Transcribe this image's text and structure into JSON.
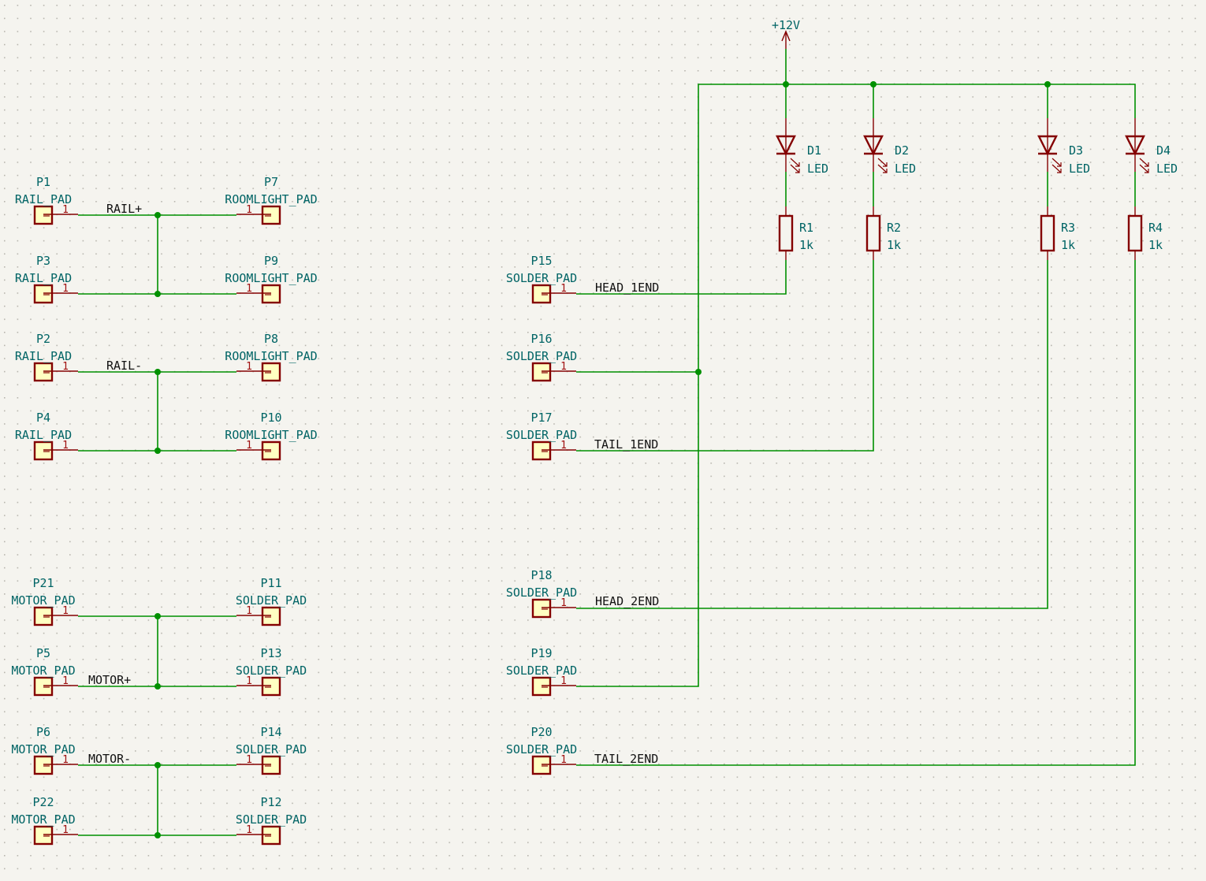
{
  "app": "KiCad Schematic Editor",
  "colors": {
    "background": "#f5f4ef",
    "wire": "#009000",
    "junction": "#009000",
    "symbol": "#840000",
    "pad_fill": "#ffffc2",
    "ref_text": "#006465",
    "net_text": "#111111",
    "pin_number": "#a01010"
  },
  "power": {
    "label": "+12V"
  },
  "connectors": [
    {
      "ref": "P1",
      "value": "RAIL_PAD",
      "pin": "1",
      "side": "left",
      "col": "left",
      "row": 0
    },
    {
      "ref": "P3",
      "value": "RAIL_PAD",
      "pin": "1",
      "side": "left",
      "col": "left",
      "row": 1
    },
    {
      "ref": "P2",
      "value": "RAIL_PAD",
      "pin": "1",
      "side": "left",
      "col": "left",
      "row": 2
    },
    {
      "ref": "P4",
      "value": "RAIL_PAD",
      "pin": "1",
      "side": "left",
      "col": "left",
      "row": 3
    },
    {
      "ref": "P21",
      "value": "MOTOR_PAD",
      "pin": "1",
      "side": "left",
      "col": "left",
      "row": 4
    },
    {
      "ref": "P5",
      "value": "MOTOR_PAD",
      "pin": "1",
      "side": "left",
      "col": "left",
      "row": 5
    },
    {
      "ref": "P6",
      "value": "MOTOR_PAD",
      "pin": "1",
      "side": "left",
      "col": "left",
      "row": 6
    },
    {
      "ref": "P22",
      "value": "MOTOR_PAD",
      "pin": "1",
      "side": "left",
      "col": "left",
      "row": 7
    },
    {
      "ref": "P7",
      "value": "ROOMLIGHT_PAD",
      "pin": "1",
      "side": "right",
      "col": "right",
      "row": 0
    },
    {
      "ref": "P9",
      "value": "ROOMLIGHT_PAD",
      "pin": "1",
      "side": "right",
      "col": "right",
      "row": 1
    },
    {
      "ref": "P8",
      "value": "ROOMLIGHT_PAD",
      "pin": "1",
      "side": "right",
      "col": "right",
      "row": 2
    },
    {
      "ref": "P10",
      "value": "ROOMLIGHT_PAD",
      "pin": "1",
      "side": "right",
      "col": "right",
      "row": 3
    },
    {
      "ref": "P11",
      "value": "SOLDER_PAD",
      "pin": "1",
      "side": "right",
      "col": "right",
      "row": 4
    },
    {
      "ref": "P13",
      "value": "SOLDER_PAD",
      "pin": "1",
      "side": "right",
      "col": "right",
      "row": 5
    },
    {
      "ref": "P14",
      "value": "SOLDER_PAD",
      "pin": "1",
      "side": "right",
      "col": "right",
      "row": 6
    },
    {
      "ref": "P12",
      "value": "SOLDER_PAD",
      "pin": "1",
      "side": "right",
      "col": "right",
      "row": 7
    },
    {
      "ref": "P15",
      "value": "SOLDER_PAD",
      "pin": "1",
      "side": "left",
      "col": "solder",
      "row": 0
    },
    {
      "ref": "P16",
      "value": "SOLDER_PAD",
      "pin": "1",
      "side": "left",
      "col": "solder",
      "row": 1
    },
    {
      "ref": "P17",
      "value": "SOLDER_PAD",
      "pin": "1",
      "side": "left",
      "col": "solder",
      "row": 2
    },
    {
      "ref": "P18",
      "value": "SOLDER_PAD",
      "pin": "1",
      "side": "left",
      "col": "solder",
      "row": 3
    },
    {
      "ref": "P19",
      "value": "SOLDER_PAD",
      "pin": "1",
      "side": "left",
      "col": "solder",
      "row": 4
    },
    {
      "ref": "P20",
      "value": "SOLDER_PAD",
      "pin": "1",
      "side": "left",
      "col": "solder",
      "row": 5
    }
  ],
  "leds": [
    {
      "ref": "D1",
      "value": "LED",
      "branch": 0
    },
    {
      "ref": "D2",
      "value": "LED",
      "branch": 1
    },
    {
      "ref": "D3",
      "value": "LED",
      "branch": 2
    },
    {
      "ref": "D4",
      "value": "LED",
      "branch": 3
    }
  ],
  "resistors": [
    {
      "ref": "R1",
      "value": "1k",
      "branch": 0
    },
    {
      "ref": "R2",
      "value": "1k",
      "branch": 1
    },
    {
      "ref": "R3",
      "value": "1k",
      "branch": 2
    },
    {
      "ref": "R4",
      "value": "1k",
      "branch": 3
    }
  ],
  "net_labels": [
    {
      "text": "RAIL+",
      "at": "left-row-0"
    },
    {
      "text": "RAIL-",
      "at": "left-row-2"
    },
    {
      "text": "MOTOR+",
      "at": "left-row-5"
    },
    {
      "text": "MOTOR-",
      "at": "left-row-6"
    },
    {
      "text": "HEAD_1END",
      "at": "solder-row-0"
    },
    {
      "text": "TAIL_1END",
      "at": "solder-row-2"
    },
    {
      "text": "HEAD_2END",
      "at": "solder-row-3"
    },
    {
      "text": "TAIL_2END",
      "at": "solder-row-5"
    }
  ]
}
